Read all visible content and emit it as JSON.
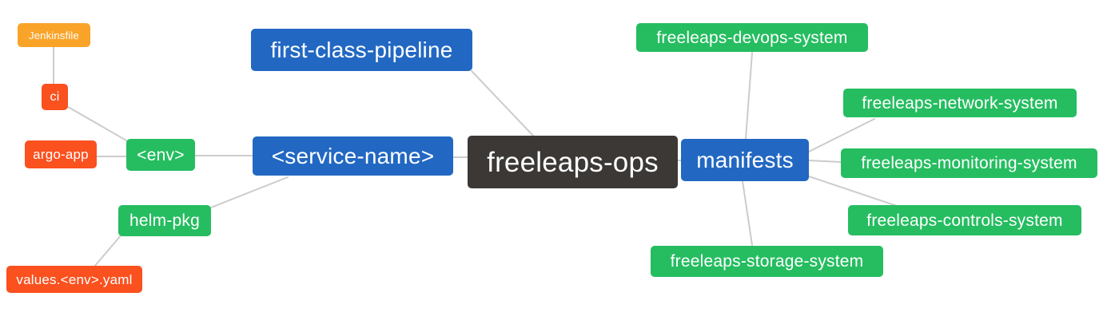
{
  "palette": {
    "blue": "#2268c3",
    "green": "#25bd60",
    "red": "#fa511f",
    "amber": "#f9a429",
    "dark": "#3b3836",
    "edge": "#cccccc",
    "background": "#ffffff",
    "text": "#ffffff"
  },
  "nodes": {
    "root": {
      "label": "freeleaps-ops"
    },
    "first_class_pipeline": {
      "label": "first-class-pipeline"
    },
    "service_name": {
      "label": "<service-name>"
    },
    "manifests": {
      "label": "manifests"
    },
    "env": {
      "label": "<env>"
    },
    "helm_pkg": {
      "label": "helm-pkg"
    },
    "ci": {
      "label": "ci"
    },
    "argo_app": {
      "label": "argo-app"
    },
    "jenkinsfile": {
      "label": "Jenkinsfile"
    },
    "values_env_yaml": {
      "label": "values.<env>.yaml"
    },
    "devops_system": {
      "label": "freeleaps-devops-system"
    },
    "network_system": {
      "label": "freeleaps-network-system"
    },
    "monitoring_system": {
      "label": "freeleaps-monitoring-system"
    },
    "controls_system": {
      "label": "freeleaps-controls-system"
    },
    "storage_system": {
      "label": "freeleaps-storage-system"
    }
  },
  "edges": [
    {
      "from": "Jenkinsfile",
      "to": "ci"
    },
    {
      "from": "ci",
      "to": "<env>"
    },
    {
      "from": "argo-app",
      "to": "<env>"
    },
    {
      "from": "<env>",
      "to": "<service-name>"
    },
    {
      "from": "helm-pkg",
      "to": "<service-name>"
    },
    {
      "from": "values.<env>.yaml",
      "to": "helm-pkg"
    },
    {
      "from": "first-class-pipeline",
      "to": "freeleaps-ops"
    },
    {
      "from": "<service-name>",
      "to": "freeleaps-ops"
    },
    {
      "from": "manifests",
      "to": "freeleaps-ops"
    },
    {
      "from": "freeleaps-devops-system",
      "to": "manifests"
    },
    {
      "from": "freeleaps-network-system",
      "to": "manifests"
    },
    {
      "from": "freeleaps-monitoring-system",
      "to": "manifests"
    },
    {
      "from": "freeleaps-controls-system",
      "to": "manifests"
    },
    {
      "from": "freeleaps-storage-system",
      "to": "manifests"
    }
  ]
}
